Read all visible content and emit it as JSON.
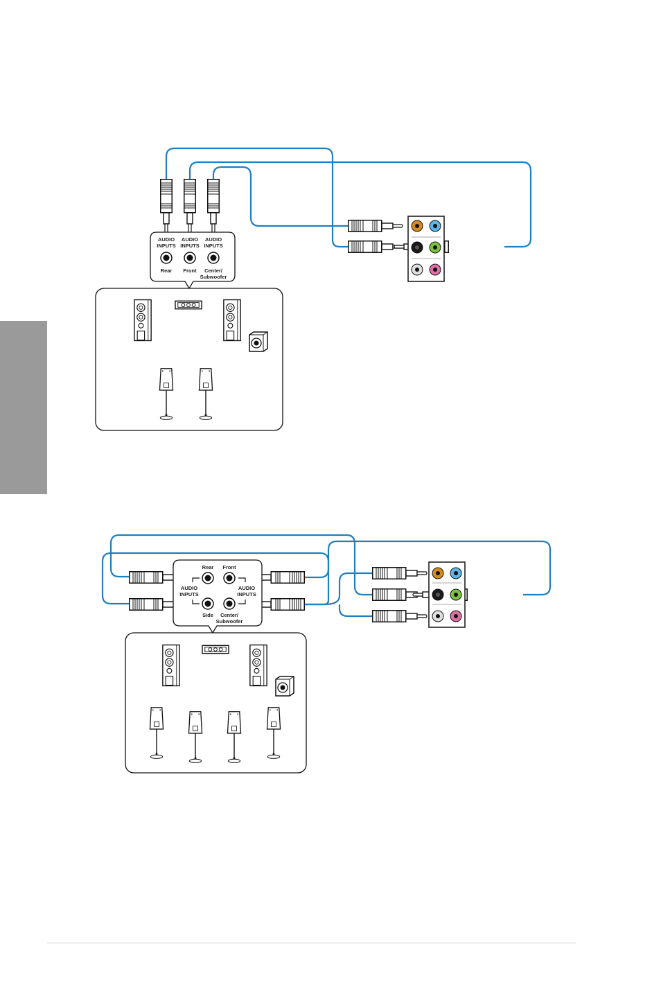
{
  "diagram_6ch": {
    "inputs": [
      {
        "line1": "AUDIO",
        "line2": "INPUTS",
        "label": "Rear"
      },
      {
        "line1": "AUDIO",
        "line2": "INPUTS",
        "label": "Front"
      },
      {
        "line1": "AUDIO",
        "line2": "INPUTS",
        "label": "Center/",
        "label2": "Subwoofer"
      }
    ]
  },
  "diagram_8ch": {
    "rear": "Rear",
    "front": "Front",
    "side": "Side",
    "center1": "Center/",
    "center2": "Subwoofer",
    "audio_left1": "AUDIO",
    "audio_left2": "INPUTS",
    "audio_right1": "AUDIO",
    "audio_right2": "INPUTS"
  },
  "colors": {
    "cable": "#1e7fbf",
    "tab": "#9a9a9a",
    "jack_orange": "#d98a1c",
    "jack_blue": "#5db4e6",
    "jack_black": "#1a1a1a",
    "jack_green": "#7cc242",
    "jack_gray": "#bdbdbd",
    "jack_pink": "#e06fa6"
  }
}
